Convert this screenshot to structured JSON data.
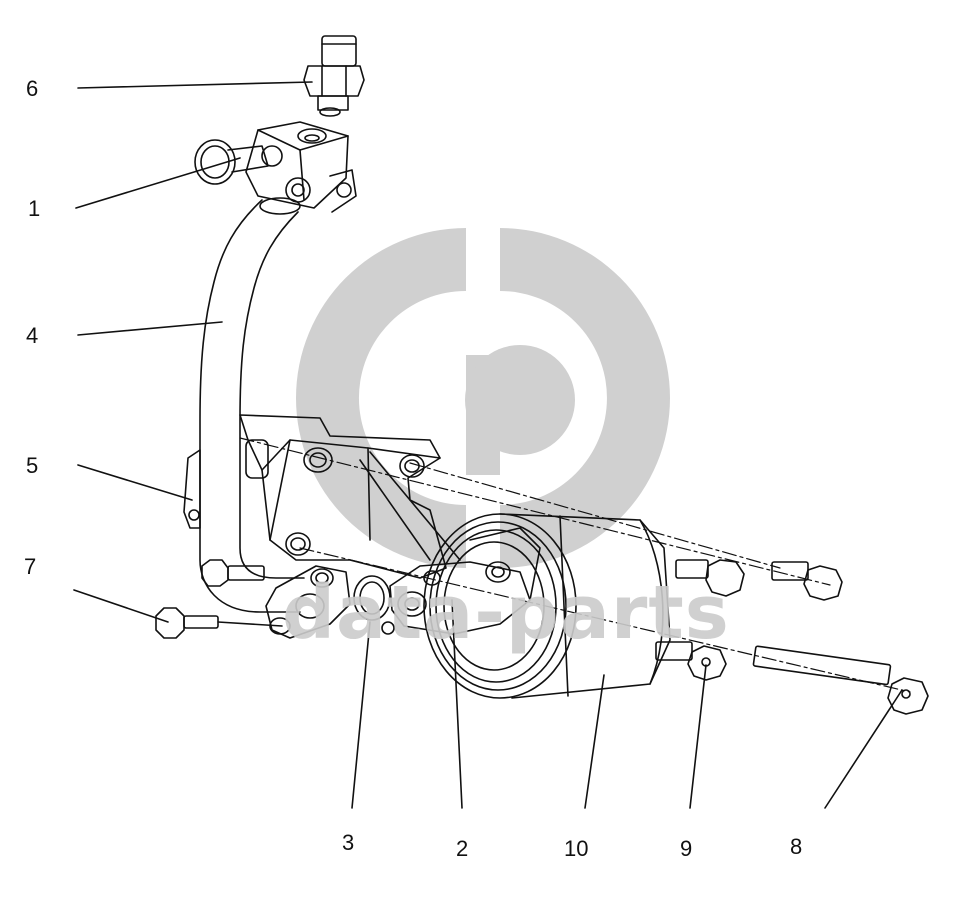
{
  "watermark": {
    "text": "data-parts",
    "color": "#cccccc"
  },
  "callouts": [
    {
      "id": "6",
      "label": "6"
    },
    {
      "id": "1",
      "label": "1"
    },
    {
      "id": "4",
      "label": "4"
    },
    {
      "id": "5",
      "label": "5"
    },
    {
      "id": "7",
      "label": "7"
    },
    {
      "id": "3",
      "label": "3"
    },
    {
      "id": "2",
      "label": "2"
    },
    {
      "id": "10",
      "label": "10"
    },
    {
      "id": "9",
      "label": "9"
    },
    {
      "id": "8",
      "label": "8"
    }
  ],
  "colors": {
    "line": "#111111",
    "watermark": "#cccccc"
  }
}
